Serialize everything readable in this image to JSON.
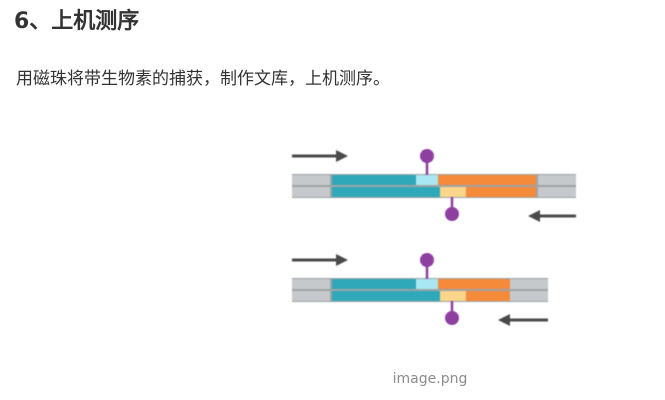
{
  "heading": "6、上机测序",
  "body_text": "用磁珠将带生物素的捕获，制作文库，上机测序。",
  "figure": {
    "caption": "image.png",
    "colors": {
      "adapter": "#c5c9cb",
      "insert_blue": "#2fa8b9",
      "insert_orange": "#f58a3a",
      "mismatch_light_blue": "#a9e8f2",
      "mismatch_yellow": "#fbd58a",
      "biotin_probe": "#8e3fa0",
      "primer_arrow": "#4a4a4a"
    }
  }
}
